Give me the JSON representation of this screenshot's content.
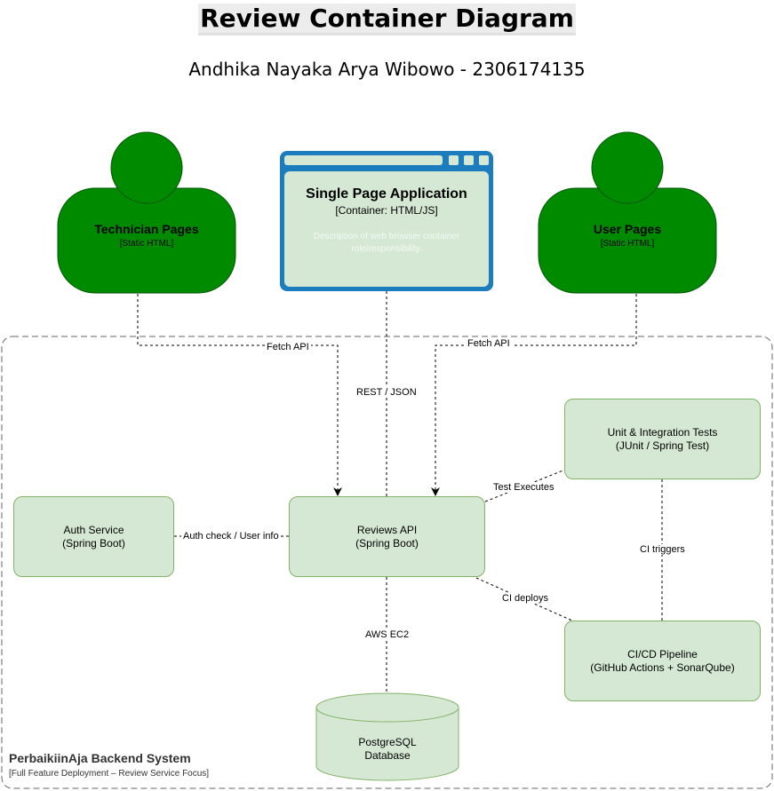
{
  "title": "Review Container Diagram",
  "subtitle": "Andhika Nayaka Arya Wibowo - 2306174135",
  "colors": {
    "person_fill": "#008a00",
    "person_stroke": "#005700",
    "container_fill": "#d5e8d4",
    "container_stroke": "#82b366",
    "browser_frame": "#1b7dbe"
  },
  "nodes": {
    "technician": {
      "title": "Technician Pages",
      "sub": "[Static HTML]"
    },
    "user": {
      "title": "User Pages",
      "sub": "[Static HTML]"
    },
    "spa": {
      "title": "Single Page Application",
      "sub": "[Container: HTML/JS]",
      "description": "Description of web browser container role/responsibility."
    },
    "auth": {
      "line1": "Auth Service",
      "line2": "(Spring Boot)"
    },
    "reviews": {
      "line1": "Reviews API",
      "line2": "(Spring Boot)"
    },
    "tests": {
      "line1": "Unit & Integration Tests",
      "line2": "(JUnit / Spring Test)"
    },
    "cicd": {
      "line1": "CI/CD Pipeline",
      "line2": "(GitHub Actions + SonarQube)"
    },
    "db": {
      "line1": "PostgreSQL",
      "line2": "Database"
    }
  },
  "edges": {
    "fetch_tech": "Fetch API",
    "fetch_user": "Fetch API",
    "rest": "REST / JSON",
    "auth": "Auth check / User info",
    "tests": "Test Executes",
    "ci_triggers": "CI triggers",
    "ci_deploys": "CI deploys",
    "db": "AWS EC2"
  },
  "system_boundary": {
    "title": "PerbaikiinAja Backend System",
    "sub": "[Full Feature Deployment – Review Service Focus]"
  }
}
